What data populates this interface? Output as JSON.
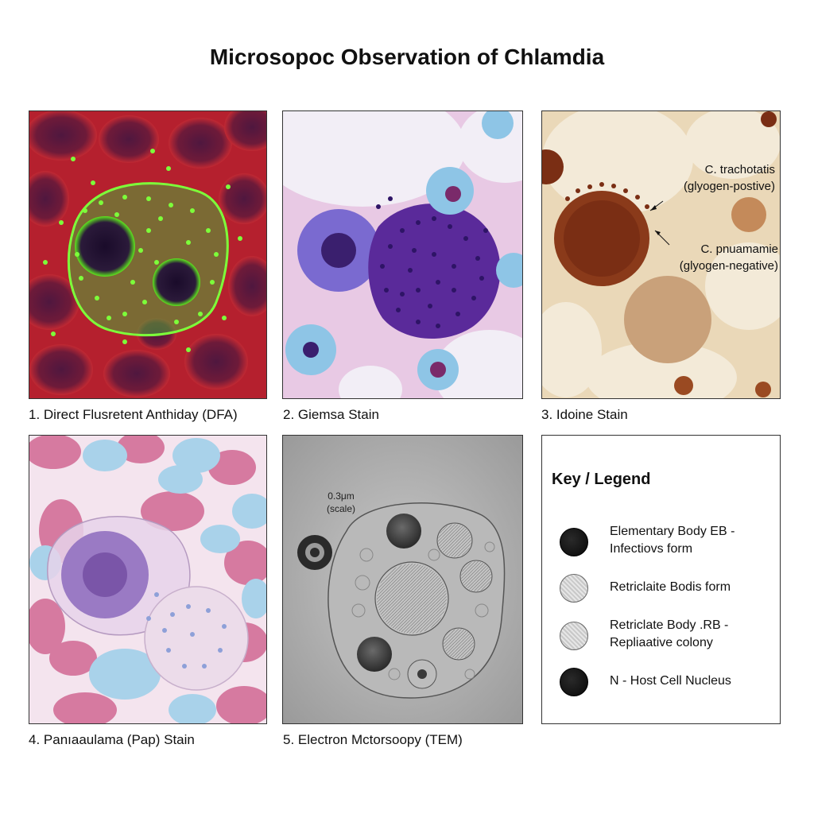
{
  "title": "Microsopoc Observation of Chlamdia",
  "panels": [
    {
      "caption": "1. Direct Flusretent Anthiday (DFA)"
    },
    {
      "caption": "2. Giemsa Stain"
    },
    {
      "caption": "3. Idoine Stain",
      "annotations": [
        {
          "line1": "C. trachotatis",
          "line2": "(glyogen-postive)"
        },
        {
          "line1": "C. pnuamamie",
          "line2": "(glyogen-negative)"
        }
      ]
    },
    {
      "caption": "4. Panıaaulama (Pap) Stain"
    },
    {
      "caption": "5. Electron Mctorsoopy (TEM)",
      "scale": {
        "value": "0.3μm",
        "note": "(scale)"
      }
    }
  ],
  "legend": {
    "title": "Key / Legend",
    "items": [
      {
        "line1": "Elementary Body EB -",
        "line2": "Infectiovs form",
        "swatch": "dark"
      },
      {
        "line1": "Retriclaite Bodis form",
        "line2": "",
        "swatch": "grey"
      },
      {
        "line1": "Retriclate Body .RB -",
        "line2": "Repliaative colony",
        "swatch": "grey"
      },
      {
        "line1": "N - Host Cell Nucleus",
        "line2": "",
        "swatch": "dark"
      }
    ]
  },
  "colors": {
    "dfa_background": "#b5202e",
    "dfa_fluorescence": "#5ee61e",
    "giemsa_purple": "#4a1f8c",
    "iodine_brown": "#8a3a1a",
    "pap_pink": "#d67aa0",
    "pap_blue": "#a9d2ea",
    "tem_grey": "#a8a8a8"
  }
}
